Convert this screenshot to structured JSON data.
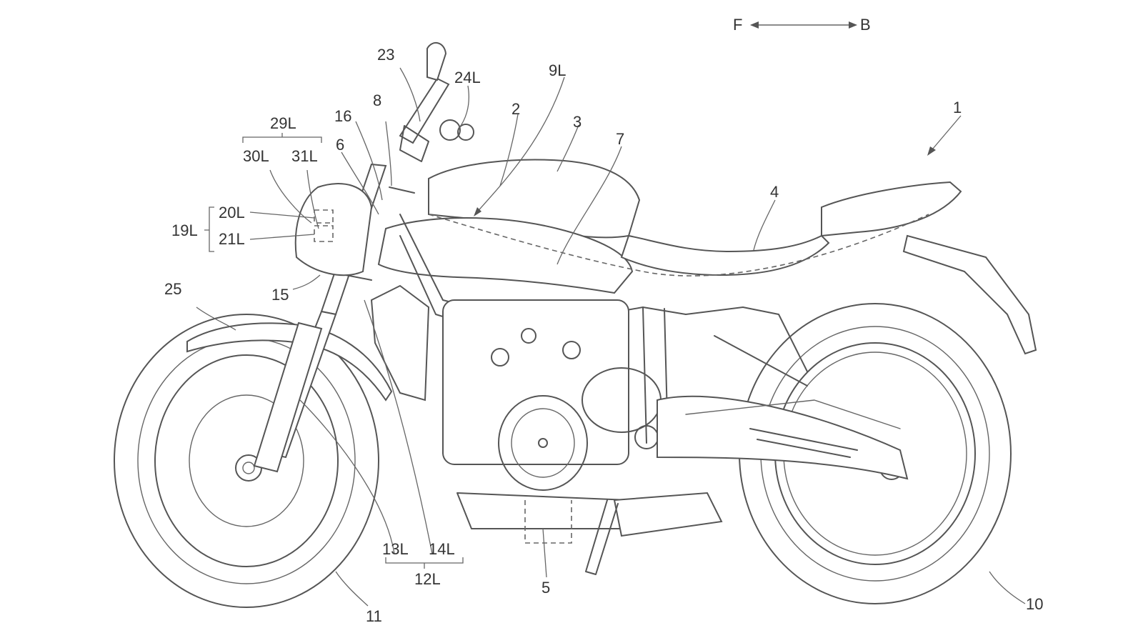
{
  "direction": {
    "front": "F",
    "back": "B"
  },
  "reference_numerals": {
    "vehicle": "1",
    "frame": "2",
    "fuel_tank": "3",
    "seat": "4",
    "engine": "5",
    "item_6": "6",
    "item_7": "7",
    "item_8": "8",
    "item_9L": "9L",
    "rear_wheel": "10",
    "front_wheel": "11",
    "fork_group": "12L",
    "fork_inner": "13L",
    "fork_outer": "14L",
    "item_15": "15",
    "item_16": "16",
    "lamp_group": "19L",
    "lamp_upper": "20L",
    "lamp_lower": "21L",
    "handlebar": "23",
    "item_24L": "24L",
    "front_fender": "25",
    "group_29L": "29L",
    "item_30L": "30L",
    "item_31L": "31L"
  }
}
